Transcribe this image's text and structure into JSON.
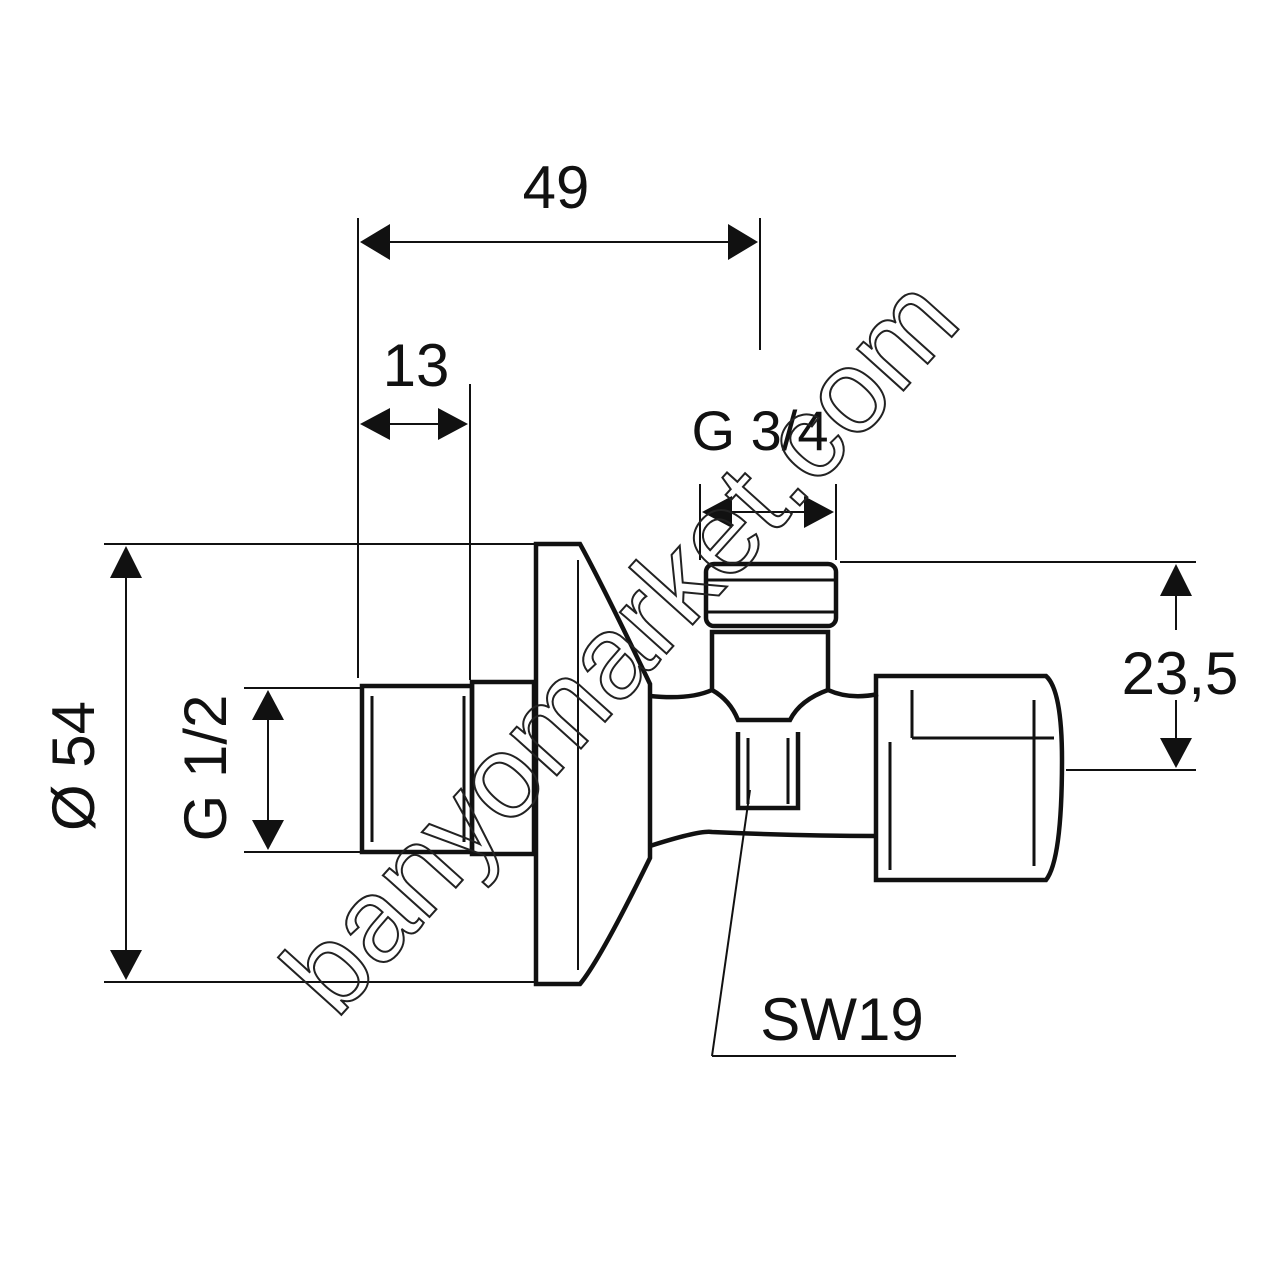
{
  "drawing": {
    "dimensions": {
      "overall_length": "49",
      "thread_length": "13",
      "outlet_thread": "G 3/4",
      "height": "23,5",
      "flange_diameter": "Ø 54",
      "inlet_thread": "G 1/2",
      "wrench_size": "SW19"
    },
    "watermark": "banyomarket.com"
  }
}
